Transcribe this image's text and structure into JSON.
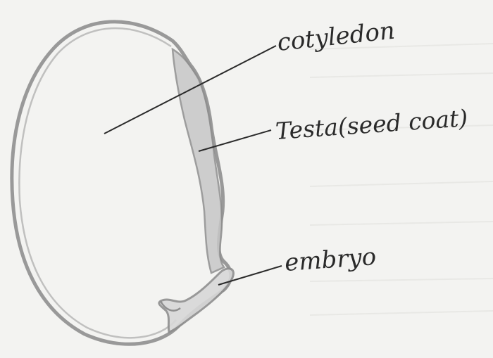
{
  "diagram": {
    "labels": {
      "cotyledon": "cotyledon",
      "testa": "Testa(seed coat)",
      "embryo": "embryo"
    }
  },
  "colors": {
    "paper": "#f3f3f1",
    "pencil": "#8f8f8f",
    "ink": "#2a2a2a",
    "testa_shade": "#c7c7c7"
  }
}
